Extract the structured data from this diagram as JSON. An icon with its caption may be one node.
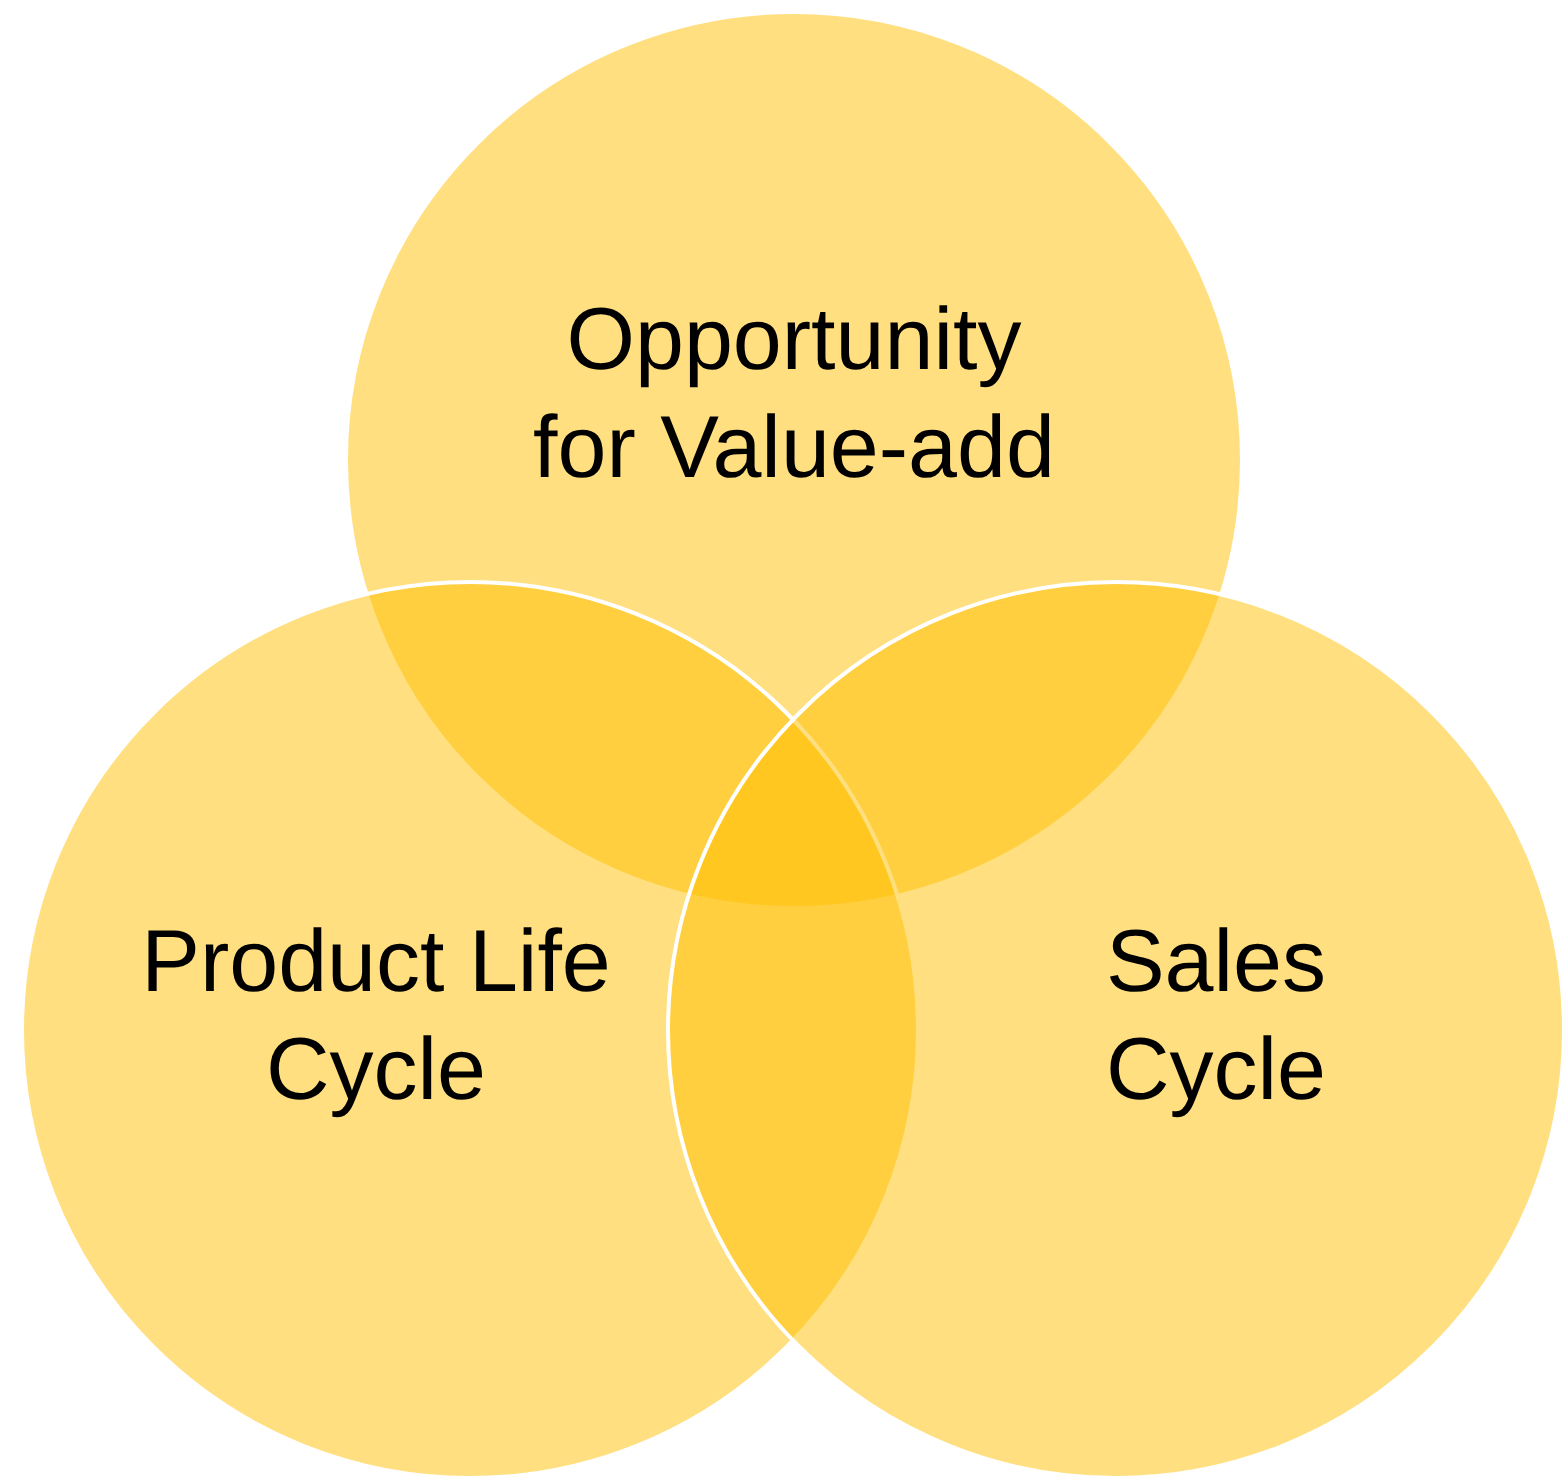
{
  "diagram": {
    "nodes": [
      {
        "text": [
          "Opportunity for Value-add"
        ]
      },
      {
        "text": [
          "Product Life Cycle"
        ]
      },
      {
        "text": [
          "Sales Cycle"
        ]
      }
    ]
  }
}
